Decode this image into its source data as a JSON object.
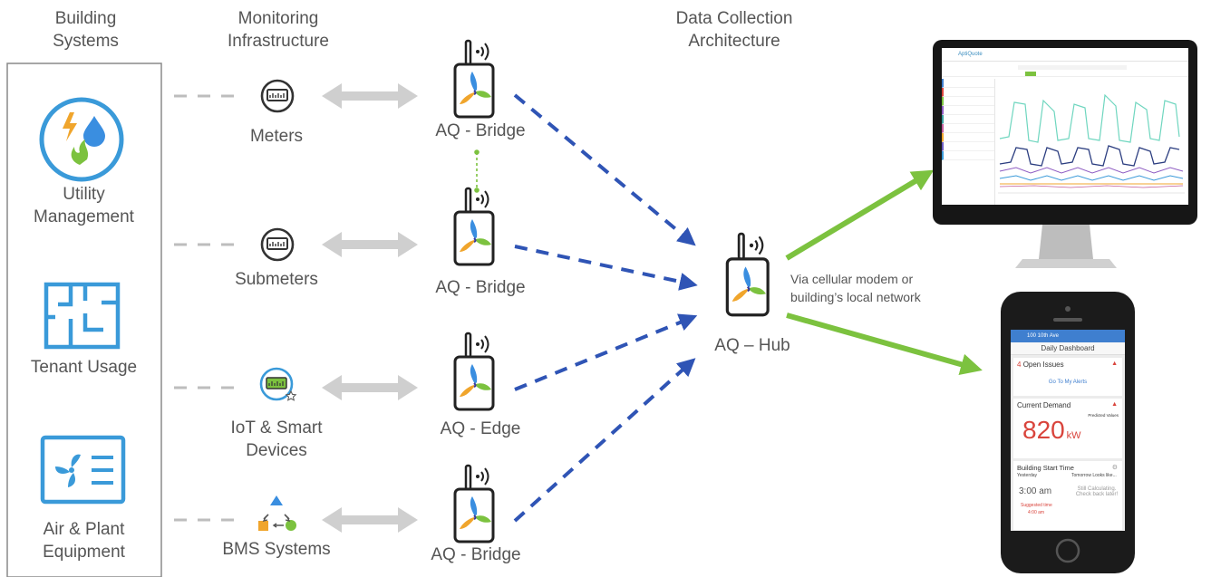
{
  "headers": {
    "building_systems": [
      "Building",
      "Systems"
    ],
    "monitoring": [
      "Monitoring",
      "Infrastructure"
    ],
    "data_collection": [
      "Data Collection",
      "Architecture"
    ]
  },
  "systems": {
    "utility": [
      "Utility",
      "Management"
    ],
    "tenant": "Tenant Usage",
    "air_plant": [
      "Air & Plant",
      "Equipment"
    ]
  },
  "devices": {
    "meters": "Meters",
    "submeters": "Submeters",
    "iot": [
      "IoT & Smart",
      "Devices"
    ],
    "bms": "BMS Systems"
  },
  "bridges": {
    "b1": "AQ - Bridge",
    "b2": "AQ - Bridge",
    "edge": "AQ - Edge",
    "b4": "AQ - Bridge"
  },
  "hub": {
    "label": "AQ – Hub",
    "note": [
      "Via cellular modem or",
      "building’s local network"
    ]
  },
  "monitor": {
    "brand": "AptiQuote"
  },
  "phone": {
    "building": "100 10th Ave",
    "title": "Daily Dashboard",
    "issues_count": "4",
    "issues_label": "Open Issues",
    "alerts_link": "Go To My Alerts",
    "demand_title": "Current Demand",
    "predicted": "Predicted Values",
    "demand_value": "820",
    "demand_unit": "kW",
    "start_title": "Building Start Time",
    "yesterday": "Yesterday",
    "tomorrow": "Tomorrow Looks like...",
    "start_time": "3:00 am",
    "suggested": "Suggested time",
    "suggested_time": "4:00 am",
    "calc": "Still Calculating. Check back later!"
  },
  "colors": {
    "blue_arrow": "#2f54b5",
    "green_arrow": "#7cc23f",
    "grey_arrow": "#c8c8c8",
    "dash_grey": "#bdbdbd",
    "icon_blue": "#3a9ad9",
    "alert_red": "#d9443c"
  }
}
